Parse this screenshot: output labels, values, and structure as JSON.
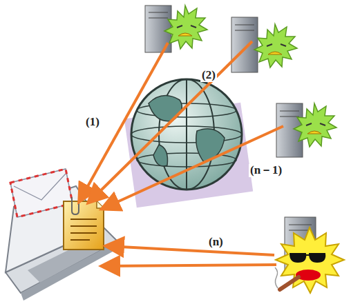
{
  "diagram": {
    "labels": [
      "(1)",
      "(2)",
      "(n－1)",
      "(n)"
    ]
  }
}
